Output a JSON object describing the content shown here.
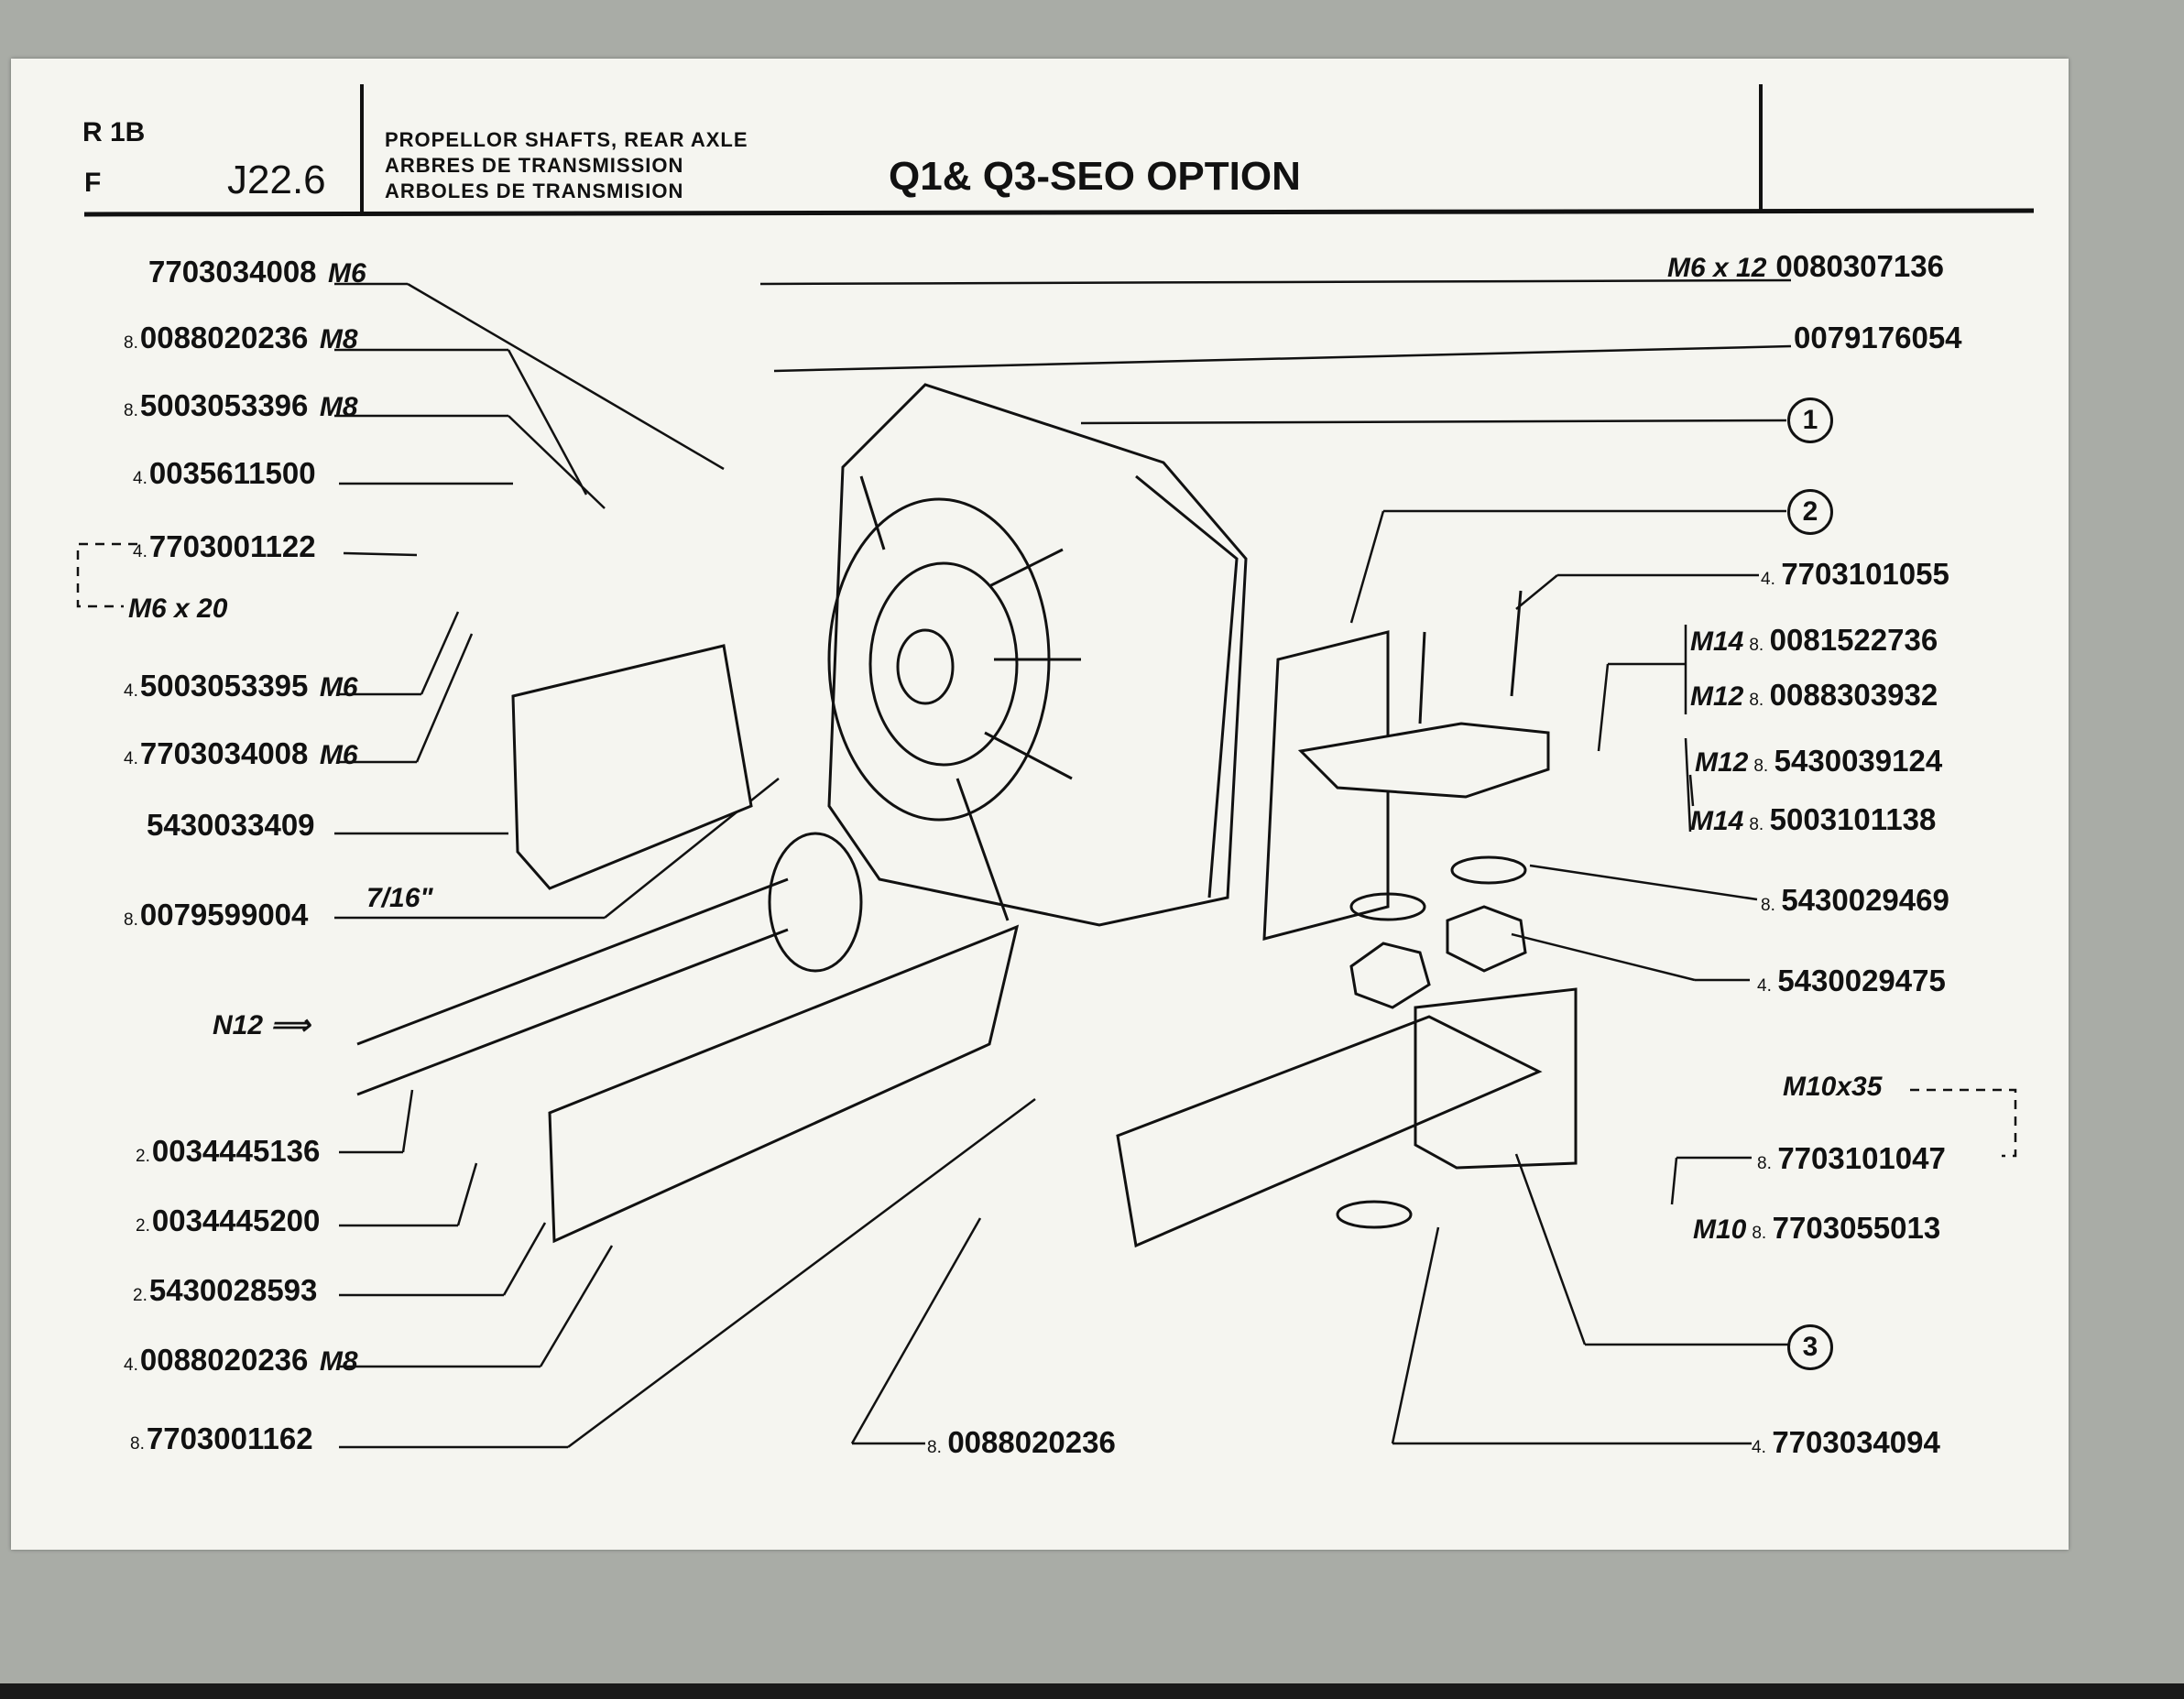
{
  "header": {
    "model": "R 1B",
    "variant": "F",
    "reference": "J22.6",
    "subtitle_lines": [
      "PROPELLOR SHAFTS, REAR AXLE",
      "ARBRES DE TRANSMISSION",
      "ARBOLES DE TRANSMISION"
    ],
    "title": "Q1& Q3-SEO OPTION"
  },
  "left_parts": [
    {
      "qty": "",
      "number": "7703034008",
      "spec": "M6"
    },
    {
      "qty": "8.",
      "number": "0088020236",
      "spec": "M8"
    },
    {
      "qty": "8.",
      "number": "5003053396",
      "spec": "M8"
    },
    {
      "qty": "4.",
      "number": "0035611500",
      "spec": ""
    },
    {
      "qty": "4.",
      "number": "7703001122",
      "spec": ""
    },
    {
      "qty": "4.",
      "number": "5003053395",
      "spec": "M6"
    },
    {
      "qty": "4.",
      "number": "7703034008",
      "spec": "M6"
    },
    {
      "qty": "",
      "number": "5430033409",
      "spec": ""
    },
    {
      "qty": "8.",
      "number": "0079599004",
      "spec": "7/16\""
    },
    {
      "qty": "2.",
      "number": "0034445136",
      "spec": ""
    },
    {
      "qty": "2.",
      "number": "0034445200",
      "spec": ""
    },
    {
      "qty": "2.",
      "number": "5430028593",
      "spec": ""
    },
    {
      "qty": "4.",
      "number": "0088020236",
      "spec": "M8"
    },
    {
      "qty": "8.",
      "number": "7703001162",
      "spec": ""
    }
  ],
  "left_notes": {
    "bolt_spec": "M6 x 20",
    "nut_spec": "N12"
  },
  "right_parts": [
    {
      "qty": "",
      "number": "0080307136",
      "spec": "M6 x 12"
    },
    {
      "qty": "",
      "number": "0079176054",
      "spec": ""
    },
    {
      "qty": "4.",
      "number": "7703101055",
      "spec": ""
    },
    {
      "qty": "8.",
      "number": "0081522736",
      "spec": "M14"
    },
    {
      "qty": "8.",
      "number": "0088303932",
      "spec": "M12"
    },
    {
      "qty": "8.",
      "number": "5430039124",
      "spec": "M12"
    },
    {
      "qty": "8.",
      "number": "5003101138",
      "spec": "M14"
    },
    {
      "qty": "8.",
      "number": "5430029469",
      "spec": ""
    },
    {
      "qty": "4.",
      "number": "5430029475",
      "spec": ""
    },
    {
      "qty": "8.",
      "number": "7703101047",
      "spec": ""
    },
    {
      "qty": "8.",
      "number": "7703055013",
      "spec": "M10"
    },
    {
      "qty": "4.",
      "number": "7703034094",
      "spec": ""
    }
  ],
  "right_notes": {
    "bolt_spec": "M10x35"
  },
  "bottom_part": {
    "qty": "8.",
    "number": "0088020236"
  },
  "callouts": [
    "1",
    "2",
    "3"
  ],
  "icons": [
    "alternator-drawing",
    "bracket-drawing",
    "mount-drawing",
    "shaft-drawing"
  ]
}
